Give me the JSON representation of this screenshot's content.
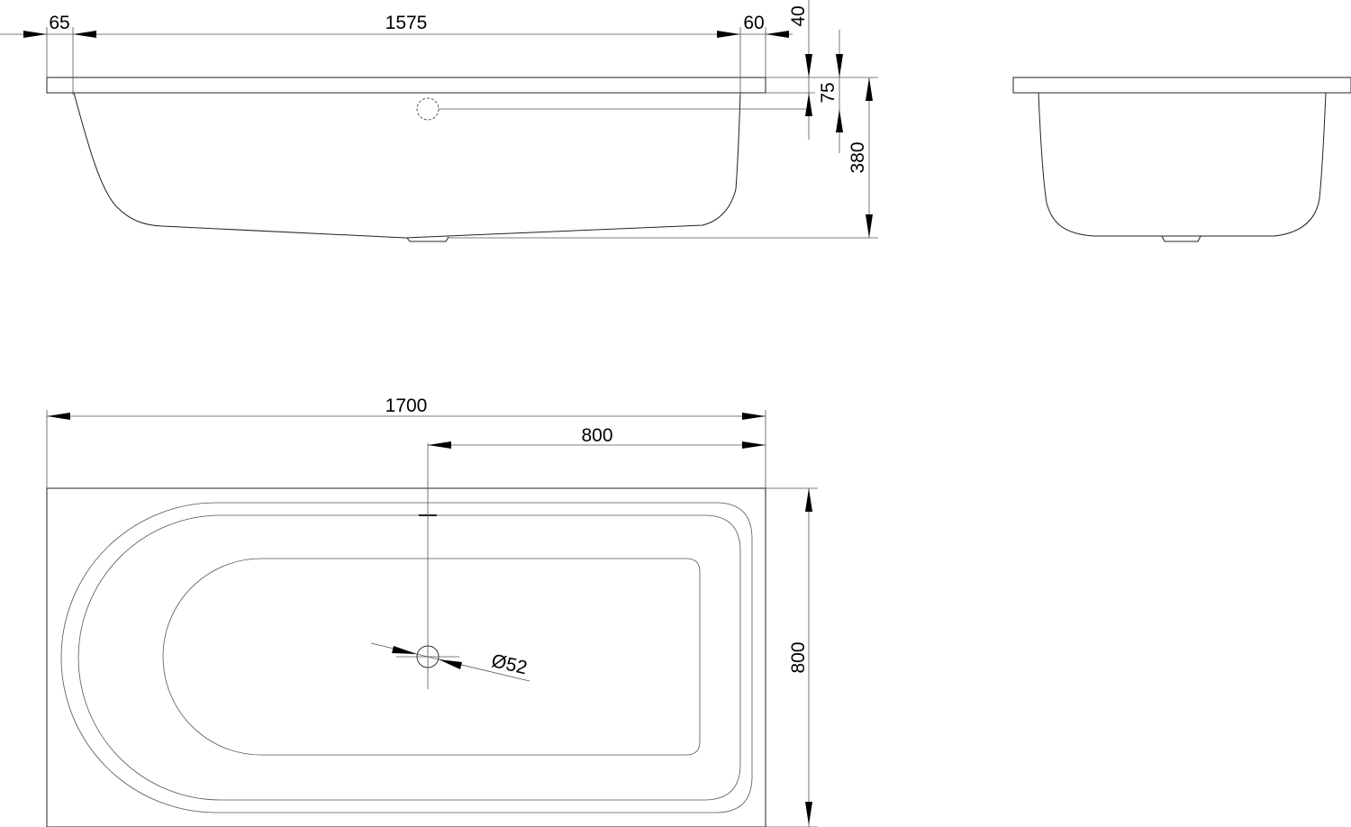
{
  "drawing": {
    "title": "Bathtub technical drawing",
    "side_view": {
      "dims": {
        "rim_left": "65",
        "inner_length": "1575",
        "rim_right": "60",
        "rim_thickness": "40",
        "overflow_height": "75",
        "depth": "380"
      }
    },
    "plan_view": {
      "dims": {
        "overall_length": "1700",
        "drain_offset": "800",
        "overall_width": "800",
        "drain_diameter": "Ø52"
      }
    }
  }
}
